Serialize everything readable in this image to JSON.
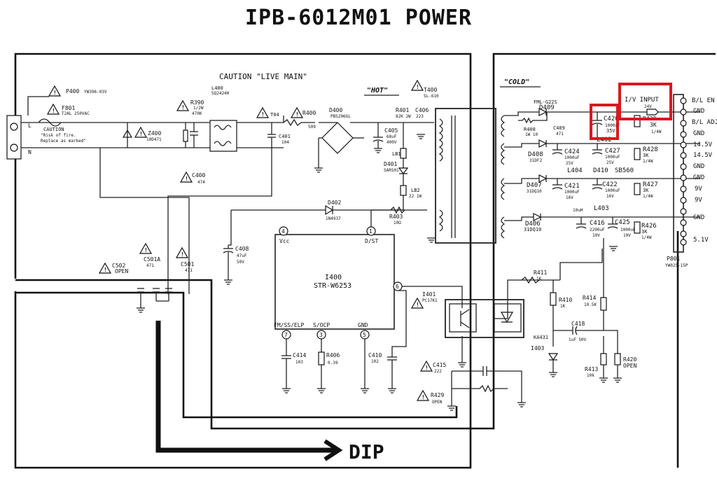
{
  "title": "IPB-6012M01 POWER",
  "zones": {
    "caution_live": "CAUTION \"LIVE MAIN\"",
    "hot": "\"HOT\"",
    "cold": "\"COLD\"",
    "dip": "DIP"
  },
  "fuse_caution": [
    "CAUTION",
    "\"Risk of fire.",
    "Replace as marked\""
  ],
  "line_labels": {
    "l": "L",
    "n": "N"
  },
  "components": {
    "p400": "P400",
    "p400_val": "YW396-03V",
    "f801": "F801",
    "f801_val": "T2AL 250VAC",
    "z400": "Z400",
    "z400_val": "10D471",
    "r390": "R390",
    "r390_v1": "1/2W",
    "r390_v2": "470K",
    "l400": "L400",
    "l400_val": "SQ2424H",
    "t04": "T04",
    "r400": "R400",
    "r400_val": "509",
    "d400": "D400",
    "d400_val": "PBS206GL",
    "r401": "R401",
    "r401_val": "82K 2W",
    "c406": "C406",
    "c406_val": "223",
    "t400": "T400",
    "t400_val": "SL-610",
    "c401": "C401",
    "c401_val": "104",
    "c405": "C405",
    "c405_v1": "68uF",
    "c405_v2": "400V",
    "lb1": "LB1",
    "d401": "D401",
    "d401_val": "SARS01",
    "lb2": "LB2",
    "lb2_val": "22 1W",
    "c400": "C400",
    "c400_val": "474",
    "d402": "D402",
    "d402_val": "1N4937",
    "r403": "R403",
    "r403_val": "10Ω",
    "c408": "C408",
    "c408_v1": "47uF",
    "c408_v2": "50V",
    "c501a": "C501A",
    "c501a_val": "471",
    "c501": "C501",
    "c501_val": "471",
    "c502": "C502",
    "c502_val": "OPEN",
    "i400": "I400",
    "i400_val": "STR-W6253",
    "pin_vcc": "Vcc",
    "pin_dst": "D/ST",
    "pin_fm": "FM/SS/ELP",
    "pin_socp": "S/OCP",
    "pin_gnd": "GND",
    "c414": "C414",
    "c414_val": "103",
    "r406": "R406",
    "r406_val": "0.39",
    "c410": "C410",
    "c410_val": "102",
    "i401": "I401",
    "i401_val": "PC17K1",
    "c415": "C415",
    "c415_val": "222",
    "r429": "R429",
    "r429_val": "OPEN",
    "fml": "FML-G22S",
    "d409": "D409",
    "r408": "R408",
    "r408_val": "1W 10",
    "c409": "C409",
    "c409_val": "471",
    "c420": "C420",
    "c420_v1": "1000uF",
    "c420_v2": "35V",
    "r430": "R430",
    "r430_v1": "3K",
    "r430_v2": "1/4W",
    "d408": "D408",
    "d408_val": "31DF2",
    "c424": "C424",
    "c424_v1": "1000uF",
    "c424_v2": "25V",
    "c427": "C427",
    "c427_v1": "1000uF",
    "c427_v2": "25V",
    "r428": "R428",
    "r428_v1": "3K",
    "r428_v2": "1/4W",
    "l404": "L404",
    "l402": "L402",
    "d410": "D410",
    "d410_val": "SB560",
    "d407": "D407",
    "d407_val": "31DQ10",
    "c421": "C421",
    "c421_v1": "1000uF",
    "c421_v2": "16V",
    "c422": "C422",
    "c422_v1": "1000uF",
    "c422_v2": "16V",
    "r427": "R427",
    "r427_v1": "3K",
    "r427_v2": "1/4W",
    "l403_val": "10uH",
    "l403": "L403",
    "d406": "D406",
    "d406_val": "31DQ10",
    "c416": "C416",
    "c416_v1": "2200uF",
    "c416_v2": "10V",
    "c425": "C425",
    "c425_v1": "1000uF",
    "c425_v2": "10V",
    "r426": "R426",
    "r426_v1": "3K",
    "r426_v2": "1/4W",
    "r411": "R411",
    "r411_val": "1K",
    "r410": "R410",
    "r410_val": "1K",
    "r414": "R414",
    "r414_val": "10.5K",
    "c418": "C418",
    "c418_val": "1uF 50V",
    "ka431": "KA431",
    "i403": "I403",
    "r413": "R413",
    "r413_val": "10k",
    "r420": "R420",
    "r420_val": "OPEN",
    "p801": "P801",
    "p801_val": "YW025-15P",
    "iv_input": "I/V INPUT",
    "iv_volt": "24V"
  },
  "connector_pins": [
    "B/L EN",
    "GND",
    "B/L ADJ",
    "GND",
    "14.5V",
    "14.5V",
    "GND",
    "GND",
    "9V",
    "9V",
    "GND",
    "",
    "5.1V"
  ],
  "highlight_color": "#d8191f"
}
